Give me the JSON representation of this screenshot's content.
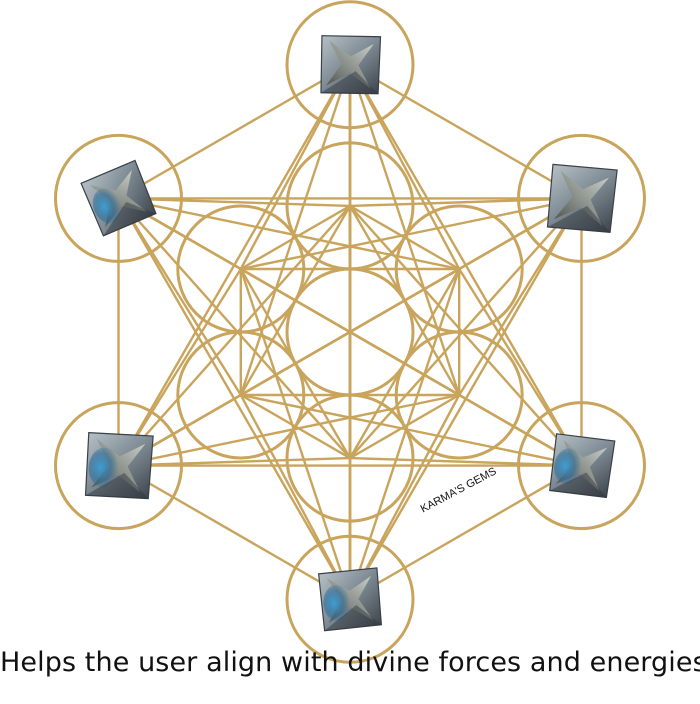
{
  "image": {
    "subject": "Metatron's Cube with six merkaba star crystals at the outer circles",
    "watermark_text": "KARMA'S GEMS",
    "caption": "Helps the user align with divine forces and energies"
  },
  "colors": {
    "background": "#ffffff",
    "geometry_gold": "#c9a45c",
    "crystal_gray": "#7d8a93",
    "crystal_dark": "#3a4048",
    "crystal_blue": "#3aa0d8",
    "crystal_green": "#b7c24a",
    "caption_text": "#111111"
  }
}
